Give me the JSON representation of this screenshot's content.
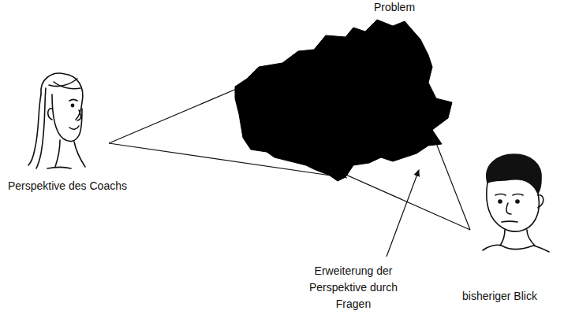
{
  "diagram": {
    "nodes": [
      {
        "text": [
          "Problem"
        ]
      }
    ],
    "labels": [
      "Perspektive des Coachs",
      "bisheriger Blick",
      "Erweiterung der Perspektive durch Fragen"
    ]
  }
}
